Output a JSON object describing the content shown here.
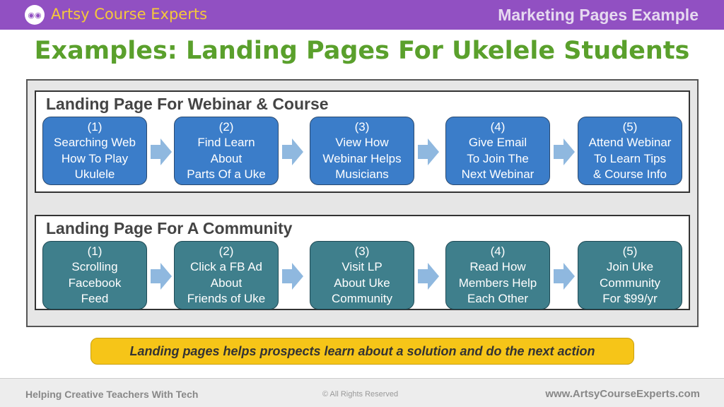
{
  "header": {
    "brand": "Artsy Course Experts",
    "title": "Marketing Pages Example",
    "logo_icon": "glasses-icon"
  },
  "title": "Examples: Landing Pages For Ukelele Students",
  "colors": {
    "blue": "#3b7dc9",
    "teal": "#3f7f8c",
    "arrow": "#8fb8df"
  },
  "sections": [
    {
      "title": "Landing Page For Webinar & Course",
      "steps": [
        [
          "(1)",
          "Searching Web",
          "How To Play",
          "Ukulele"
        ],
        [
          "(2)",
          "Find Learn",
          "About",
          "Parts Of a Uke"
        ],
        [
          "(3)",
          "View How",
          "Webinar Helps",
          "Musicians"
        ],
        [
          "(4)",
          "Give Email",
          "To Join The",
          "Next Webinar"
        ],
        [
          "(5)",
          "Attend Webinar",
          "To Learn Tips",
          "& Course Info"
        ]
      ]
    },
    {
      "title": "Landing Page For A Community",
      "steps": [
        [
          "(1)",
          "Scrolling",
          "Facebook",
          "Feed"
        ],
        [
          "(2)",
          "Click a FB Ad",
          "About",
          "Friends of Uke"
        ],
        [
          "(3)",
          "Visit LP",
          "About Uke",
          "Community"
        ],
        [
          "(4)",
          "Read How",
          "Members Help",
          "Each Other"
        ],
        [
          "(5)",
          "Join Uke",
          "Community",
          "For $99/yr"
        ]
      ]
    }
  ],
  "banner": "Landing pages helps prospects learn about a solution and do the next action",
  "footer": {
    "left": "Helping Creative Teachers With Tech",
    "middle": "© All Rights Reserved",
    "right": "www.ArtsyCourseExperts.com"
  }
}
